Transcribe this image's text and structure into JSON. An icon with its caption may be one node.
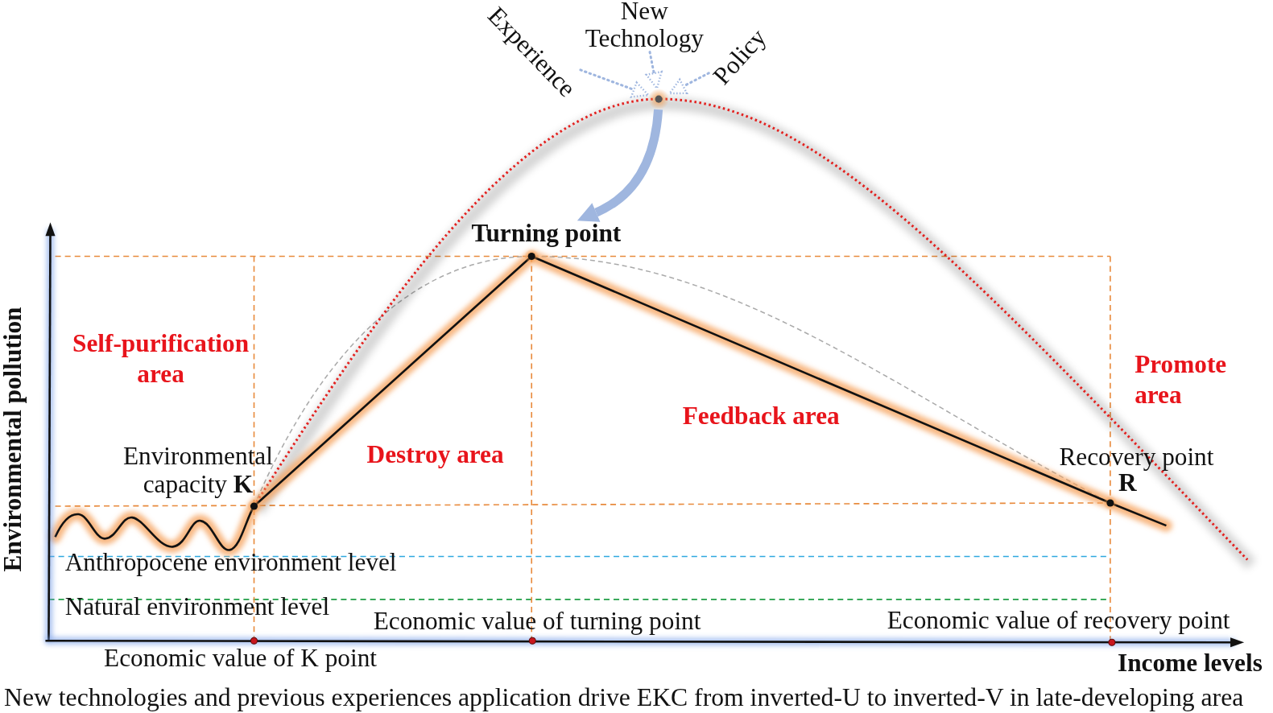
{
  "diagram": {
    "caption": "New technologies and previous experiences application drive EKC from inverted-U to inverted-V in late-developing area",
    "nodes": [
      {
        "text": [
          "Experience"
        ]
      },
      {
        "text": [
          "New Technology"
        ]
      },
      {
        "text": [
          "Policy"
        ]
      },
      {
        "text": [],
        "shape": "circle"
      },
      {
        "text": [
          "Turning point"
        ]
      }
    ],
    "edges": [
      {
        "from": 0,
        "to": 3,
        "arrow": "to",
        "style": "dashed"
      },
      {
        "from": 1,
        "to": 3,
        "arrow": "to",
        "style": "dashed"
      },
      {
        "from": 2,
        "to": 3,
        "arrow": "to",
        "style": "dashed"
      },
      {
        "from": 3,
        "to": 4,
        "arrow": "to",
        "style": "thick"
      }
    ],
    "labels": [
      "Environmental pollution",
      "Self-purification area",
      "Promote area",
      "Feedback area",
      "Environmental capacity **K**",
      "Destroy area",
      "Recovery point",
      "R",
      "Anthropocene environment level",
      "Natural environment level",
      "Economic value of turning point",
      "Economic value of recovery point",
      "Economic value of K point",
      "Income levels"
    ]
  }
}
